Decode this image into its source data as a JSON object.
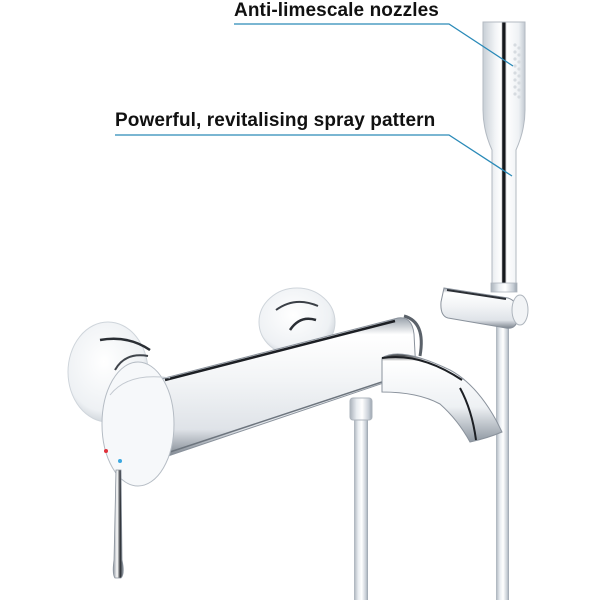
{
  "image": {
    "subject": "Chrome single-lever bath/shower mixer with hand shower, wall holder and hose",
    "background": "#ffffff"
  },
  "callouts": [
    {
      "label": "Anti-limescale nozzles",
      "line_color": "#2a8ab8"
    },
    {
      "label": "Powerful, revitalising spray pattern",
      "line_color": "#2a8ab8"
    }
  ],
  "indicators": {
    "hot_dot_color": "#e0313a",
    "cold_dot_color": "#3aa7e0"
  },
  "colors": {
    "chrome_light": "#f4f6f8",
    "chrome_mid": "#c9cfd6",
    "chrome_dark": "#1c1f24",
    "label_text": "#111111"
  }
}
